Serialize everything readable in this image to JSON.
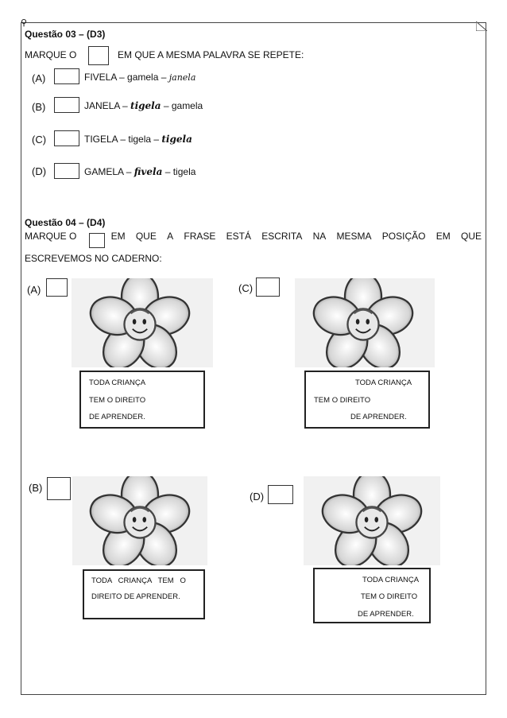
{
  "q3": {
    "title": "Questão 03 – (D3)",
    "instruction_before": "MARQUE O",
    "instruction_after": "EM QUE A MESMA PALAVRA SE REPETE:",
    "options": [
      {
        "letter": "(A)",
        "parts": [
          "FIVELA – gamela – ",
          "janela",
          ""
        ]
      },
      {
        "letter": "(B)",
        "parts": [
          "JANELA – ",
          "tigela",
          " – gamela"
        ]
      },
      {
        "letter": "(C)",
        "parts": [
          "TIGELA – tigela – ",
          "tigela",
          ""
        ]
      },
      {
        "letter": "(D)",
        "parts": [
          "GAMELA – ",
          "fivela",
          " – tigela"
        ]
      }
    ]
  },
  "q4": {
    "title": "Questão 04 – (D4)",
    "line1_words": [
      "MARQUE O",
      "EM",
      "QUE",
      "A",
      "FRASE",
      "ESTÁ",
      "ESCRITA",
      "NA",
      "MESMA",
      "POSIÇÃO",
      "EM",
      "QUE"
    ],
    "line2": "ESCREVEMOS NO CADERNO:",
    "options": {
      "A": {
        "letter": "(A)",
        "lines": [
          "TODA CRIANÇA",
          "TEM O DIREITO",
          "DE APRENDER."
        ]
      },
      "C": {
        "letter": "(C)",
        "lines": [
          "TODA CRIANÇA",
          "TEM O DIREITO",
          "DE APRENDER."
        ]
      },
      "B": {
        "letter": "(B)",
        "lines": [
          "TODA   CRIANÇA   TEM   O",
          "DIREITO DE APRENDER."
        ]
      },
      "D": {
        "letter": "(D)",
        "lines": [
          "TODA CRIANÇA",
          "TEM O DIREITO",
          "DE APRENDER."
        ]
      }
    }
  }
}
